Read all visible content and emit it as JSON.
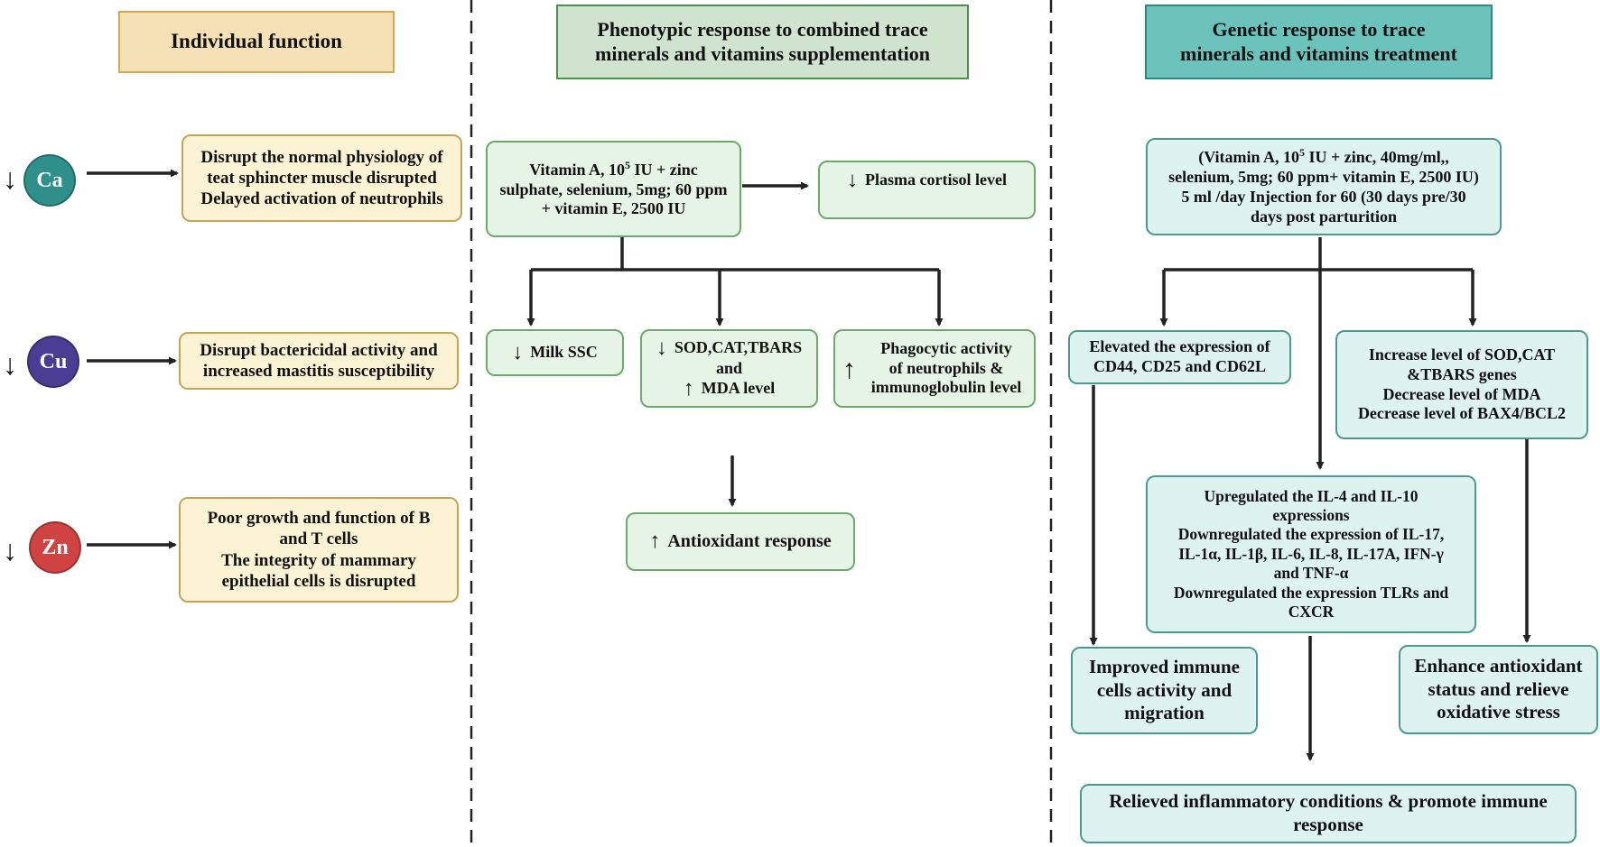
{
  "headers": {
    "individual": "Individual function",
    "phenotypic": [
      "Phenotypic response to combined trace",
      "minerals and vitamins supplementation"
    ],
    "genetic": [
      "Genetic response to trace",
      "minerals and vitamins treatment"
    ]
  },
  "ions": [
    {
      "symbol": "Ca",
      "color": "#2f8f8a"
    },
    {
      "symbol": "Cu",
      "color": "#4b3d94"
    },
    {
      "symbol": "Zn",
      "color": "#cf4343"
    }
  ],
  "individual_boxes": {
    "ca": [
      "Disrupt the normal physiology of",
      "teat sphincter muscle disrupted",
      "Delayed activation of neutrophils"
    ],
    "cu": [
      "Disrupt bactericidal activity and",
      "increased mastitis susceptibility"
    ],
    "zn": [
      "Poor growth  and function of  B",
      "and T cells",
      "The integrity of mammary",
      "epithelial cells is disrupted"
    ]
  },
  "phenotypic": {
    "treatment": {
      "line1_pre": "Vitamin A, 10",
      "line1_sup": "5",
      "line1_post": " IU + zinc",
      "line2": "sulphate, selenium, 5mg; 60 ppm",
      "line3": "+ vitamin E, 2500 IU"
    },
    "cortisol": "Plasma cortisol level",
    "milk_ssc": "Milk SSC",
    "sod": {
      "line1": "SOD,CAT,TBARS",
      "line2": "and",
      "line3": "MDA level"
    },
    "phago": [
      "Phagocytic activity",
      "of neutrophils &",
      "immunoglobulin level"
    ],
    "antioxidant": "Antioxidant response"
  },
  "genetic": {
    "treatment": {
      "line1_pre": "(Vitamin A, 10",
      "line1_sup": "5",
      "line1_post": " IU + zinc, 40mg/ml,,",
      "line2": "selenium, 5mg; 60 ppm+ vitamin E, 2500 IU)",
      "line3": "5 ml /day Injection  for 60 (30 days pre/30",
      "line4": "days post parturition"
    },
    "elevated": [
      "Elevated the expression of",
      "CD44, CD25 and CD62L"
    ],
    "increase": [
      "Increase level of SOD,CAT",
      "&TBARS genes",
      "Decrease level of MDA",
      "Decrease level of BAX4/BCL2"
    ],
    "interleukin": [
      "Upregulated  the IL-4 and IL-10",
      "expressions",
      "Downregulated the expression of  IL-17,",
      "IL-1α, IL-1β, IL-6, IL-8, IL-17A, IFN-γ",
      "and TNF-α",
      "Downregulated the expression TLRs and",
      "CXCR"
    ],
    "immune": [
      "Improved immune",
      "cells activity and",
      "migration"
    ],
    "enhance": [
      "Enhance antioxidant",
      "status and relieve",
      "oxidative stress"
    ],
    "relieved": [
      "Relieved inflammatory conditions & promote immune",
      "response"
    ]
  },
  "glyphs": {
    "down": "↓",
    "up": "↑"
  }
}
